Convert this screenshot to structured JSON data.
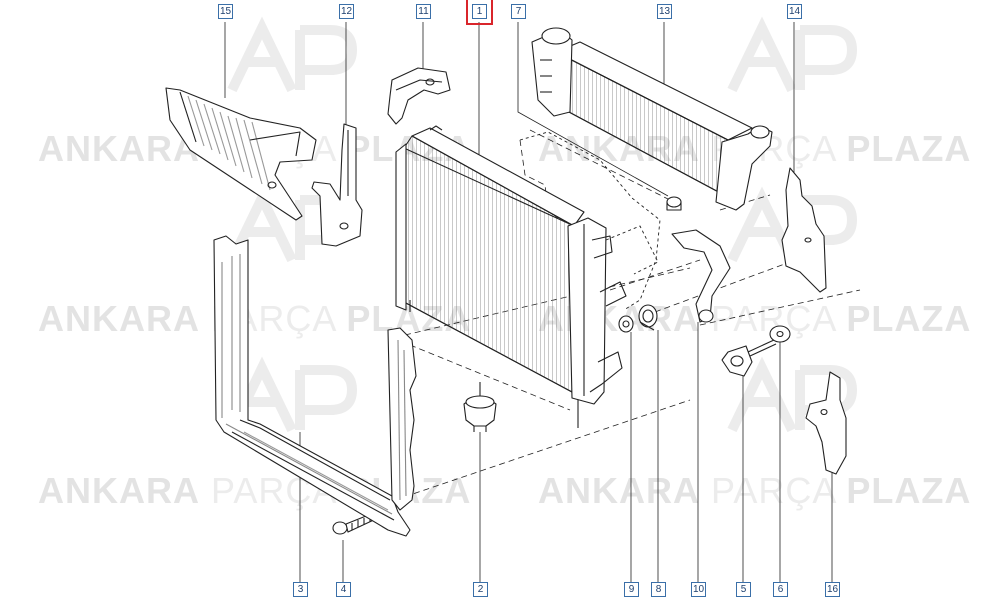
{
  "watermark": {
    "brand_a": "ANKARA",
    "brand_b": "PARÇA",
    "brand_c": "PLAZA",
    "logo_mark": "AP"
  },
  "parts": [
    {
      "id": "15",
      "label": "15"
    },
    {
      "id": "12",
      "label": "12"
    },
    {
      "id": "11",
      "label": "11"
    },
    {
      "id": "1",
      "label": "1",
      "selected": true
    },
    {
      "id": "7",
      "label": "7"
    },
    {
      "id": "13",
      "label": "13"
    },
    {
      "id": "14",
      "label": "14"
    },
    {
      "id": "3",
      "label": "3"
    },
    {
      "id": "4",
      "label": "4"
    },
    {
      "id": "2",
      "label": "2"
    },
    {
      "id": "9",
      "label": "9"
    },
    {
      "id": "8",
      "label": "8"
    },
    {
      "id": "10",
      "label": "10"
    },
    {
      "id": "5",
      "label": "5"
    },
    {
      "id": "6",
      "label": "6"
    },
    {
      "id": "16",
      "label": "16"
    }
  ],
  "colors": {
    "badge_border": "#3a6fa8",
    "badge_text": "#1d3f6e",
    "selected_outline": "#d9252b",
    "line": "#222222"
  }
}
